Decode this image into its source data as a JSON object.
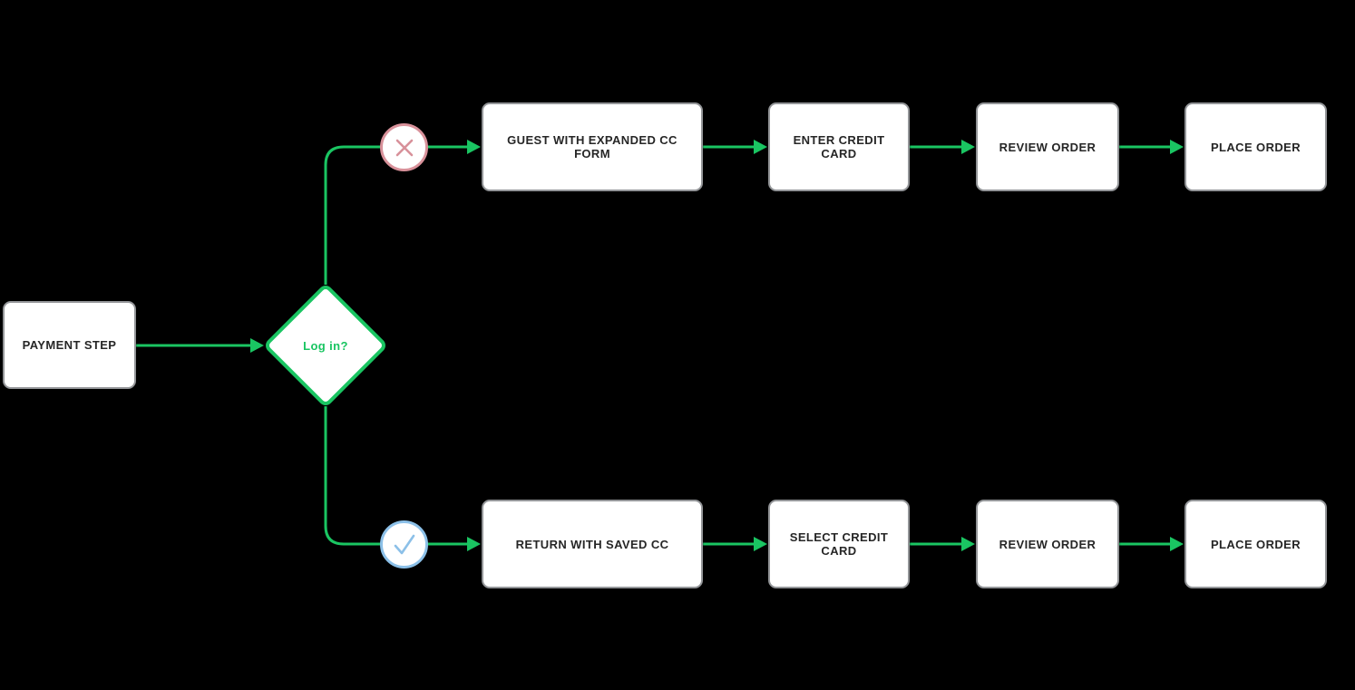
{
  "colors": {
    "flow_green": "#1ac562",
    "no_pink": "#d8919a",
    "yes_blue": "#8cc0e8",
    "node_border": "#939598",
    "node_fill": "#ffffff",
    "node_text": "#262626",
    "canvas_bg": "#000000"
  },
  "flow": {
    "start": {
      "label": "PAYMENT STEP"
    },
    "decision": {
      "label": "Log in?"
    },
    "no_branch": {
      "icon": "x-icon",
      "steps": [
        "GUEST WITH EXPANDED CC FORM",
        "ENTER CREDIT CARD",
        "REVIEW ORDER",
        "PLACE ORDER"
      ]
    },
    "yes_branch": {
      "icon": "check-icon",
      "steps": [
        "RETURN WITH SAVED CC",
        "SELECT CREDIT CARD",
        "REVIEW ORDER",
        "PLACE ORDER"
      ]
    }
  }
}
